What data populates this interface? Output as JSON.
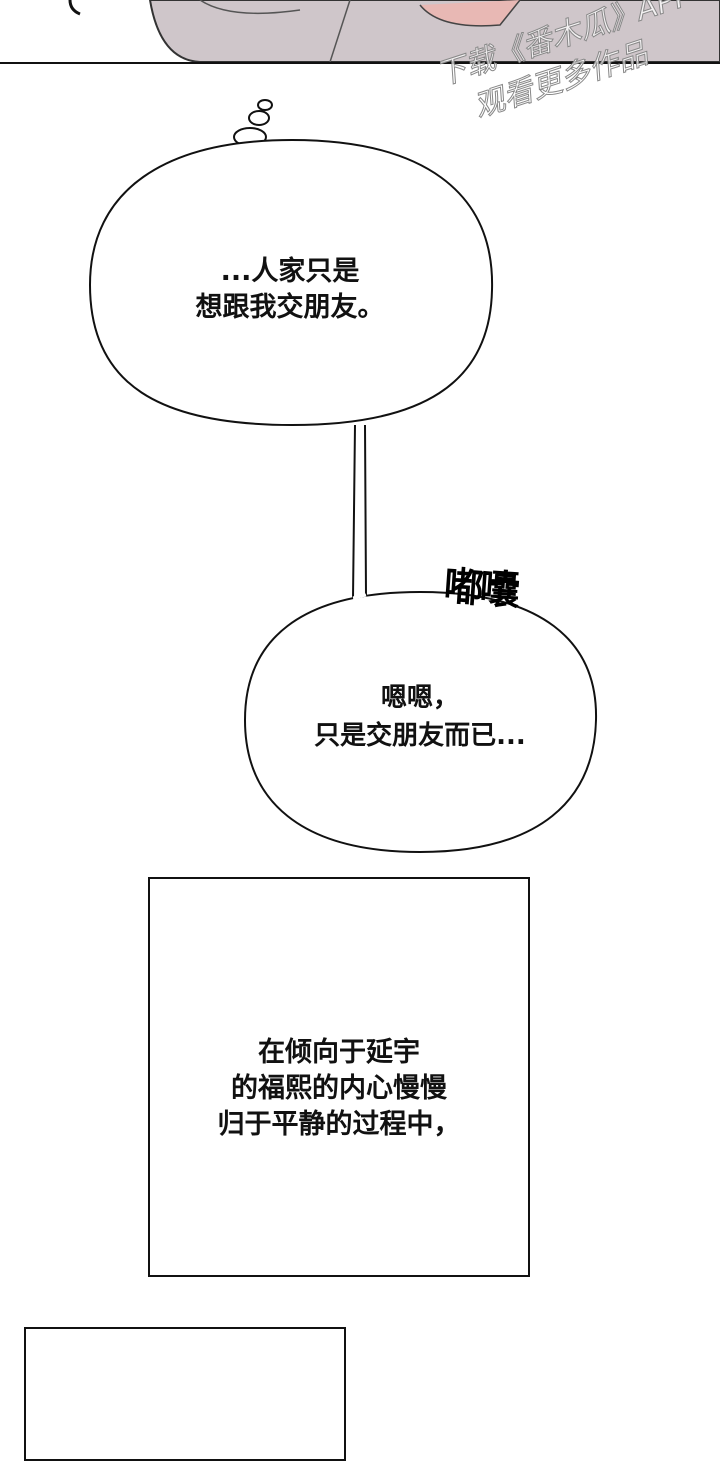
{
  "top_panel": {
    "skin_color": "#cfc6ca"
  },
  "watermark": {
    "line1": "下载《番木瓜》APP",
    "line2": "观看更多作品"
  },
  "bubble1": {
    "line1": "...人家只是",
    "line2": "想跟我交朋友。"
  },
  "sfx": {
    "text": "嘟囔"
  },
  "bubble2": {
    "line1": "嗯嗯，",
    "line2": "只是交朋友而已..."
  },
  "caption": {
    "line1": "在倾向于延宇",
    "line2": "的福熙的内心慢慢",
    "line3": "归于平静的过程中，"
  }
}
